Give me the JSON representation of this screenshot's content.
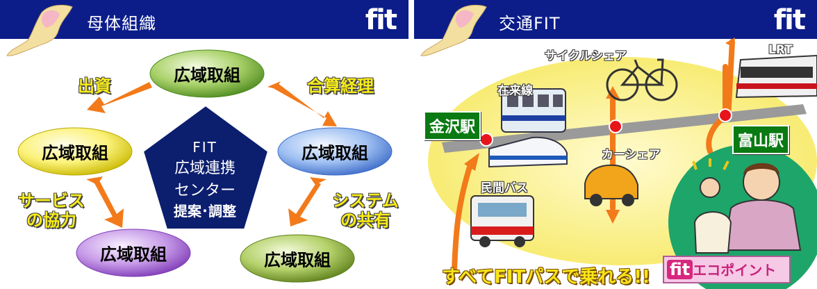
{
  "left": {
    "title": "母体組織",
    "logo": "fit",
    "center": {
      "line1": "FIT",
      "line2": "広域連携",
      "line3": "センター",
      "line4": "提案･調整"
    },
    "nodes": [
      "広域取組",
      "広域取組",
      "広域取組",
      "広域取組",
      "広域取組"
    ],
    "labels": {
      "invest": "出資",
      "accounting": "合算経理",
      "service_line1": "サービス",
      "service_line2": "の協力",
      "system_line1": "システム",
      "system_line2": "の共有"
    }
  },
  "right": {
    "title": "交通FIT",
    "logo": "fit",
    "stations": {
      "kanazawa": "金沢駅",
      "toyama": "富山駅"
    },
    "labels": {
      "cycle": "サイクルシェア",
      "lrt": "LRT",
      "zairaisen": "在来線",
      "carshare": "カーシェア",
      "bus": "民間バス"
    },
    "bottom_text": "すべてFITパスで乗れる!!",
    "eco_fit": "fit",
    "eco_label": "エコポイント"
  },
  "colors": {
    "header": "#0c1d8a",
    "arrow": "#f27a1a",
    "text_yellow": "#f7ec18"
  }
}
